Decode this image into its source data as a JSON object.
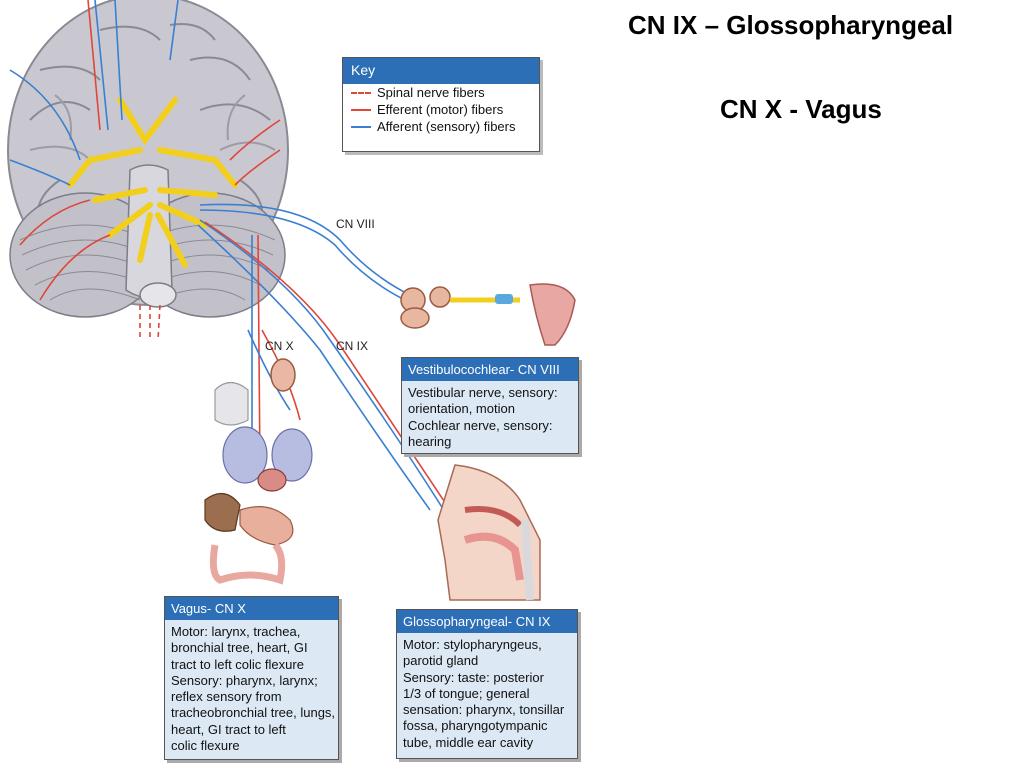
{
  "titles": {
    "line1": "CN IX – Glossopharyngeal",
    "line2": "CN X - Vagus"
  },
  "key": {
    "heading": "Key",
    "items": [
      {
        "label": "Spinal nerve fibers",
        "color": "#e0463a",
        "style": "dashed"
      },
      {
        "label": "Efferent (motor) fibers",
        "color": "#e0463a",
        "style": "solid"
      },
      {
        "label": "Afferent (sensory) fibers",
        "color": "#3a7fd1",
        "style": "solid"
      }
    ]
  },
  "nerve_labels": {
    "cn_viii": "CN VIII",
    "cn_x": "CN X",
    "cn_ix": "CN IX"
  },
  "boxes": {
    "vestibulocochlear": {
      "heading": "Vestibulocochlear- CN VIII",
      "lines": [
        "Vestibular nerve, sensory:",
        "orientation, motion",
        "Cochlear nerve, sensory:",
        "hearing"
      ]
    },
    "vagus": {
      "heading": "Vagus- CN X",
      "lines": [
        "Motor: larynx, trachea,",
        "bronchial tree, heart, GI",
        "tract to left colic flexure",
        "Sensory: pharynx, larynx;",
        "reflex sensory from",
        "tracheobronchial tree, lungs,",
        "heart, GI tract to left",
        "colic flexure"
      ]
    },
    "glossopharyngeal": {
      "heading": "Glossopharyngeal- CN IX",
      "lines": [
        "Motor: stylopharyngeus,",
        "parotid gland",
        "Sensory: taste: posterior",
        "1/3 of tongue; general",
        "sensation: pharynx, tonsillar",
        "fossa, pharyngotympanic",
        "tube, middle ear cavity"
      ]
    }
  },
  "colors": {
    "header_blue": "#2c6fb7",
    "box_fill": "#dde8f5",
    "sensory_blue": "#3a7fd1",
    "motor_red": "#e0463a",
    "nerve_yellow": "#f2cf1d",
    "brain_gray": "#bcbcc4"
  }
}
